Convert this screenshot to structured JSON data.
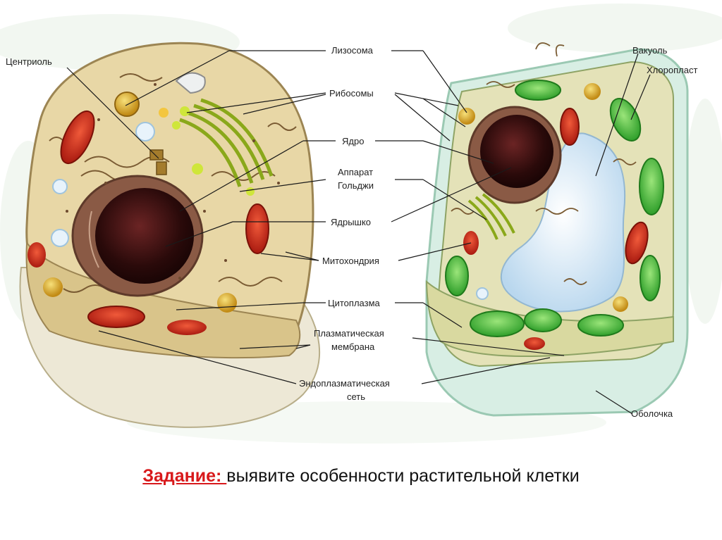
{
  "labels": {
    "lysosome": "Лизосома",
    "centriole": "Центриоль",
    "ribosomes": "Рибосомы",
    "nucleus": "Ядро",
    "golgi_line1": "Аппарат",
    "golgi_line2": "Гольджи",
    "nucleolus": "Ядрышко",
    "mitochondria": "Митохондрия",
    "cytoplasm": "Цитоплазма",
    "membrane_line1": "Плазматическая",
    "membrane_line2": "мембрана",
    "er_line1": "Эндоплазматическая",
    "er_line2": "сеть",
    "vacuole": "Вакуоль",
    "chloroplast": "Хлоропласт",
    "cell_wall": "Оболочка"
  },
  "caption": {
    "task_label": "Задание: ",
    "task_text": "выявите особенности растительной клетки"
  },
  "colors": {
    "task_label": "#d8191b",
    "chloroplast": "#4cc23a",
    "mitochondrion": "#cc2a1c",
    "vacuole": "#d6e8f5",
    "nucleus": "#3a1414",
    "animal_cytoplasm": "#e8d7a6",
    "plant_cytoplasm": "#e4e2b8",
    "cell_wall": "#d8eee4"
  }
}
